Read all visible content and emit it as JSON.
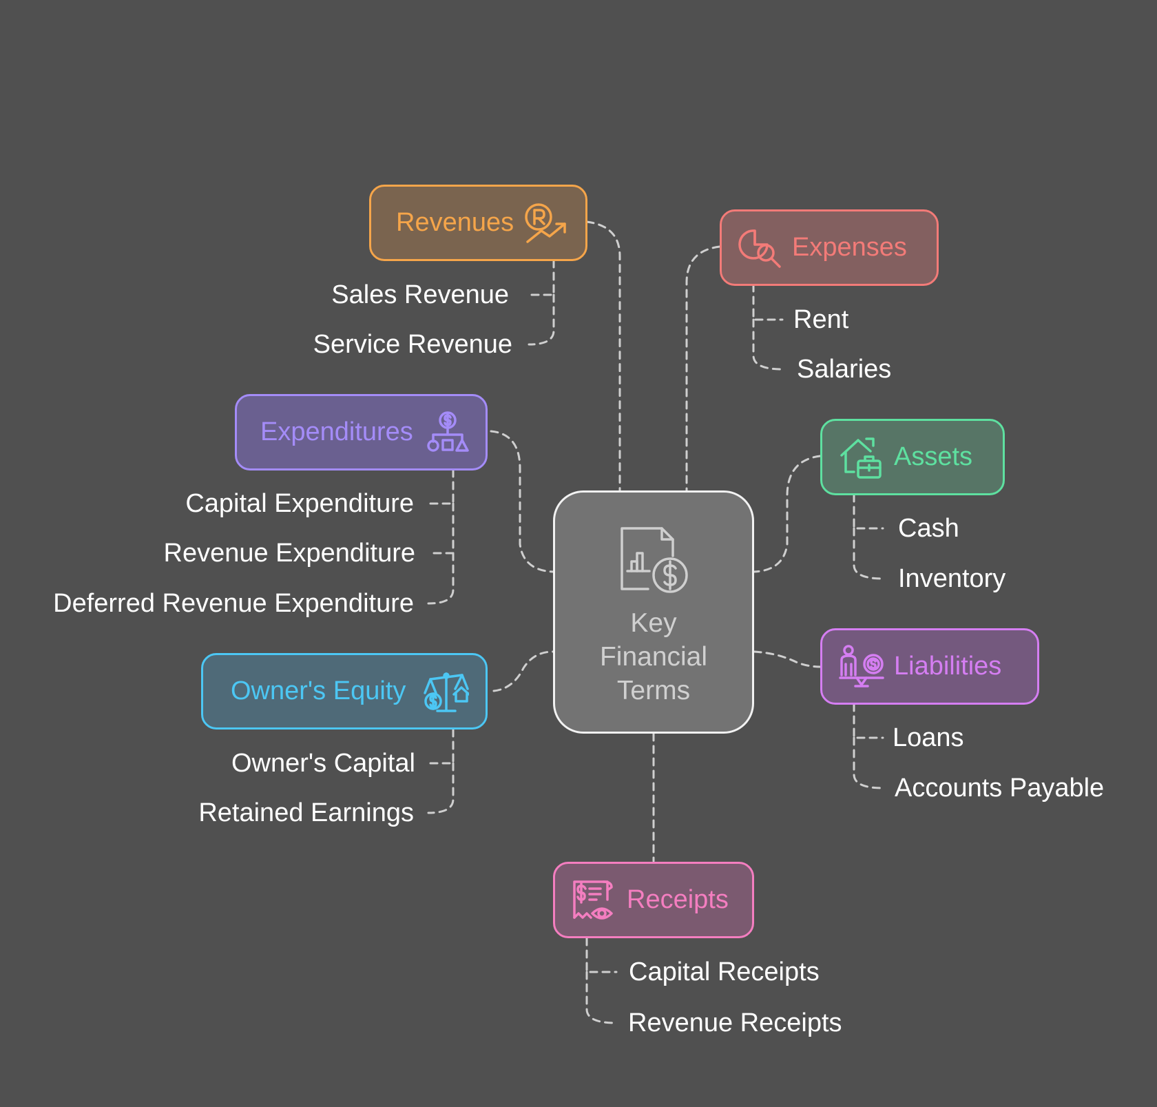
{
  "center": {
    "title": "Key Financial Terms",
    "icon": "document-chart-dollar-icon"
  },
  "colors": {
    "background": "#505050",
    "connector": "#cfcfcf",
    "revenues": "#f5a54a",
    "expenses": "#f37b78",
    "expenditures": "#a48cf8",
    "assets": "#5ee0a0",
    "equity": "#4cc7f4",
    "liabilities": "#d57ef2",
    "receipts": "#f47ec0"
  },
  "categories": {
    "revenues": {
      "label": "Revenues",
      "icon": "rupee-growth-icon",
      "items": [
        "Sales Revenue",
        "Service Revenue"
      ]
    },
    "expenses": {
      "label": "Expenses",
      "icon": "pie-chart-search-icon",
      "items": [
        "Rent",
        "Salaries"
      ]
    },
    "expenditures": {
      "label": "Expenditures",
      "icon": "dollar-hierarchy-icon",
      "items": [
        "Capital Expenditure",
        "Revenue Expenditure",
        "Deferred Revenue Expenditure"
      ]
    },
    "assets": {
      "label": "Assets",
      "icon": "house-briefcase-icon",
      "items": [
        "Cash",
        "Inventory"
      ]
    },
    "equity": {
      "label": "Owner's Equity",
      "icon": "balance-scale-icon",
      "items": [
        "Owner's Capital",
        "Retained Earnings"
      ]
    },
    "liabilities": {
      "label": "Liabilities",
      "icon": "person-coin-balance-icon",
      "items": [
        "Loans",
        "Accounts Payable"
      ]
    },
    "receipts": {
      "label": "Receipts",
      "icon": "receipt-eye-icon",
      "items": [
        "Capital Receipts",
        "Revenue Receipts"
      ]
    }
  }
}
